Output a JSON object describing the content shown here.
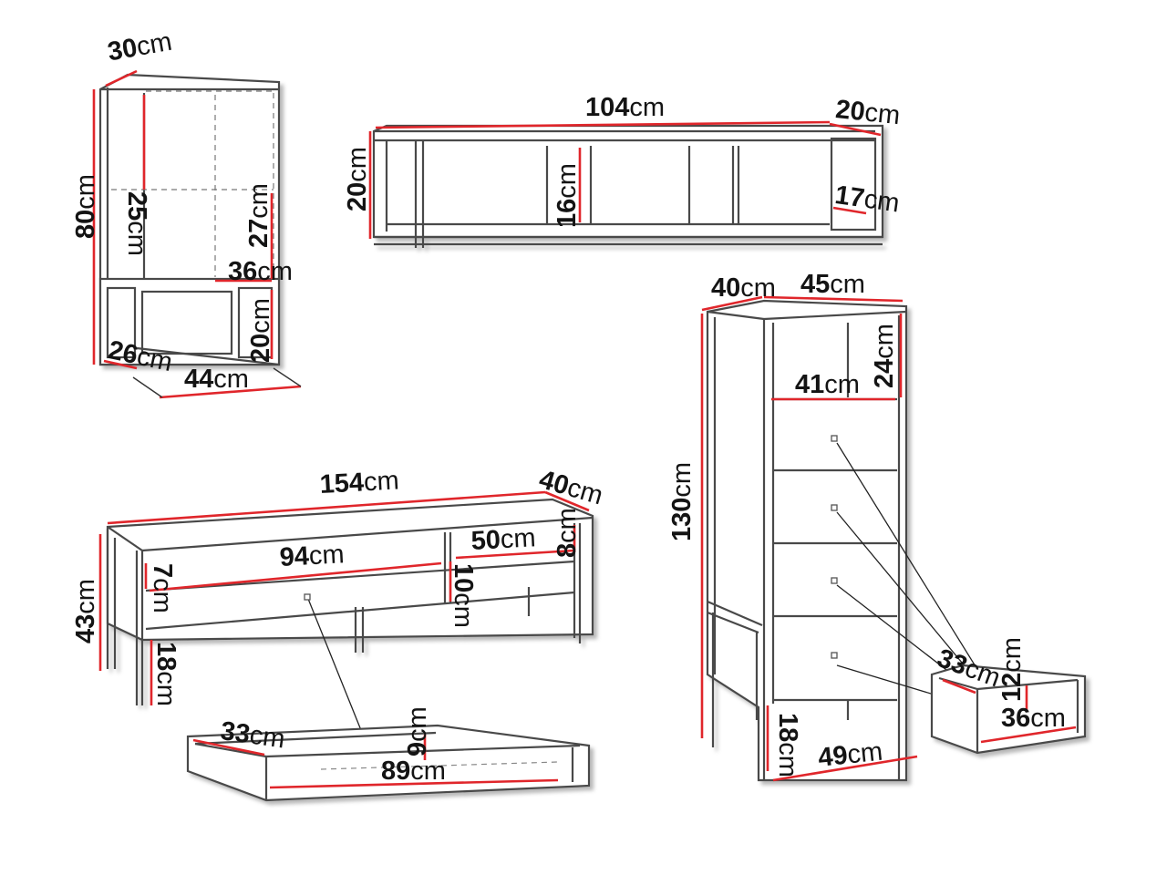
{
  "unit": "cm",
  "colors": {
    "outline": "#4a4a4a",
    "shadow": "#b8b8b8",
    "dimension_line": "#e0262b",
    "text": "#141414",
    "leader": "#222222"
  },
  "dims": {
    "cab_depth": "30",
    "cab_top_shelf": "25",
    "cab_height": "80",
    "cab_mid_shelf": "27",
    "cab_inner_width": "36",
    "cab_base_height": "20",
    "cab_base_depth": "26",
    "cab_width": "44",
    "shelf_width": "104",
    "shelf_depth": "20",
    "shelf_height": "20",
    "shelf_inner": "16",
    "shelf_side_inner": "17",
    "tv_width": "154",
    "tv_depth": "40",
    "tv_height": "43",
    "tv_drawer_width": "94",
    "tv_drawer_front": "7",
    "tv_right_width": "50",
    "tv_right_top": "8",
    "tv_right_inner": "10",
    "tv_leg": "18",
    "tv_tray_depth": "33",
    "tv_tray_width": "89",
    "tv_tray_height": "9",
    "tall_side_depth": "40",
    "tall_top_width": "45",
    "tall_top_height": "24",
    "tall_inner_width": "41",
    "tall_height": "130",
    "tall_leg": "18",
    "tall_base_width": "49",
    "drawer_depth": "33",
    "drawer_height": "12",
    "drawer_width": "36"
  }
}
